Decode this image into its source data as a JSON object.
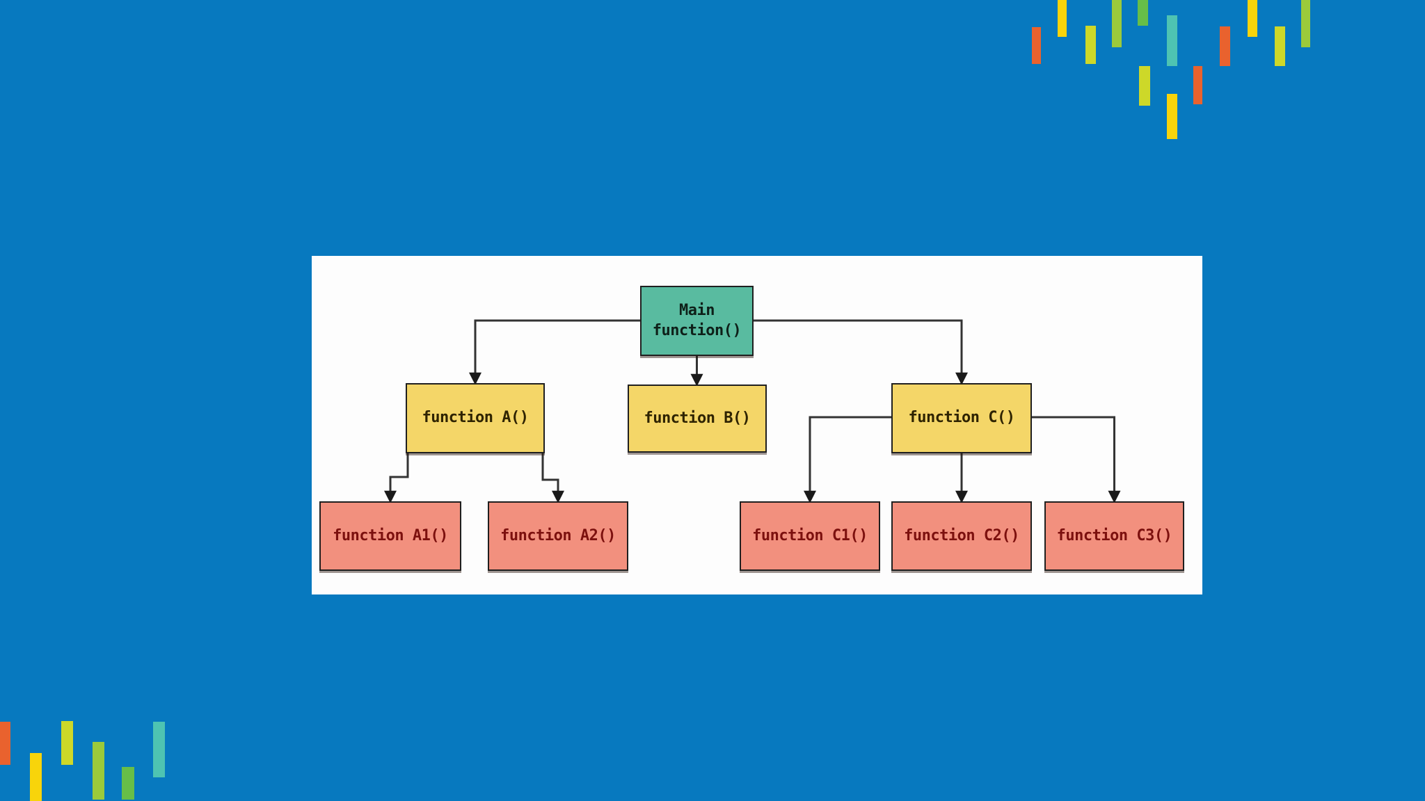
{
  "palette": {
    "background": "#0779BF",
    "panel": "#FDFDFD",
    "node_teal": "#59BBA0",
    "node_yellow": "#F4D668",
    "node_red": "#F2907E",
    "connector": "#333333",
    "arrowhead": "#1A1A1A",
    "bar_orange": "#E9622E",
    "bar_yellow": "#F8D40B",
    "bar_chartreuse": "#CDD829",
    "bar_lime": "#9BCA3B",
    "bar_green": "#67BE48",
    "bar_teal": "#4EC3B2"
  },
  "diagram": {
    "type": "function-call-hierarchy",
    "nodes": [
      {
        "id": "main",
        "label": "Main\nfunction()",
        "level": 0
      },
      {
        "id": "a",
        "label": "function A()",
        "level": 1,
        "parent": "main"
      },
      {
        "id": "b",
        "label": "function B()",
        "level": 1,
        "parent": "main"
      },
      {
        "id": "c",
        "label": "function C()",
        "level": 1,
        "parent": "main"
      },
      {
        "id": "a1",
        "label": "function A1()",
        "level": 2,
        "parent": "a"
      },
      {
        "id": "a2",
        "label": "function A2()",
        "level": 2,
        "parent": "a"
      },
      {
        "id": "c1",
        "label": "function C1()",
        "level": 2,
        "parent": "c"
      },
      {
        "id": "c2",
        "label": "function C2()",
        "level": 2,
        "parent": "c"
      },
      {
        "id": "c3",
        "label": "function C3()",
        "level": 2,
        "parent": "c"
      }
    ],
    "edges": [
      [
        "main",
        "a"
      ],
      [
        "main",
        "b"
      ],
      [
        "main",
        "c"
      ],
      [
        "a",
        "a1"
      ],
      [
        "a",
        "a2"
      ],
      [
        "c",
        "c1"
      ],
      [
        "c",
        "c2"
      ],
      [
        "c",
        "c3"
      ]
    ]
  }
}
